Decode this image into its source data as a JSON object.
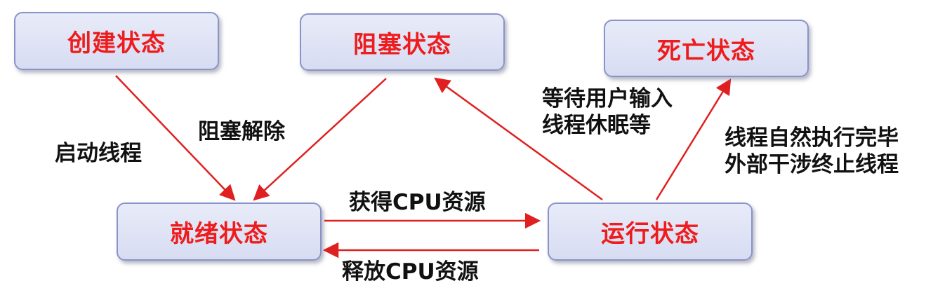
{
  "diagram": {
    "states": {
      "create": "创建状态",
      "blocked": "阻塞状态",
      "dead": "死亡状态",
      "ready": "就绪状态",
      "running": "运行状态"
    },
    "transitions": {
      "start_thread": "启动线程",
      "unblock": "阻塞解除",
      "acquire_cpu": "获得CPU资源",
      "release_cpu": "释放CPU资源",
      "to_blocked": [
        "等待用户输入",
        "线程休眠等"
      ],
      "to_dead": [
        "线程自然执行完毕",
        "外部干涉终止线程"
      ]
    },
    "colors": {
      "state_text": "#ee1c1c",
      "state_border": "#8a93c9",
      "arrow": "#e02020",
      "edge_text": "#111111"
    }
  }
}
